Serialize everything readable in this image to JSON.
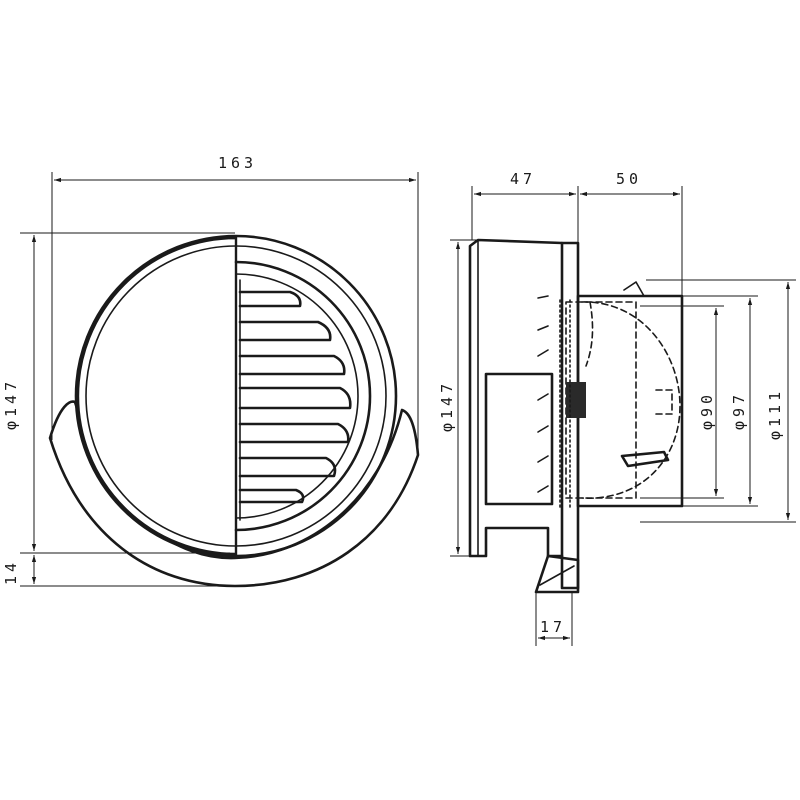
{
  "dimensions": {
    "front_width": "163",
    "front_diameter": "φ147",
    "front_offset": "14",
    "side_depth_left": "47",
    "side_depth_right": "50",
    "side_diameter": "φ147",
    "pipe_d90": "φ90",
    "pipe_d97": "φ97",
    "pipe_d111": "φ111",
    "flange": "17"
  }
}
